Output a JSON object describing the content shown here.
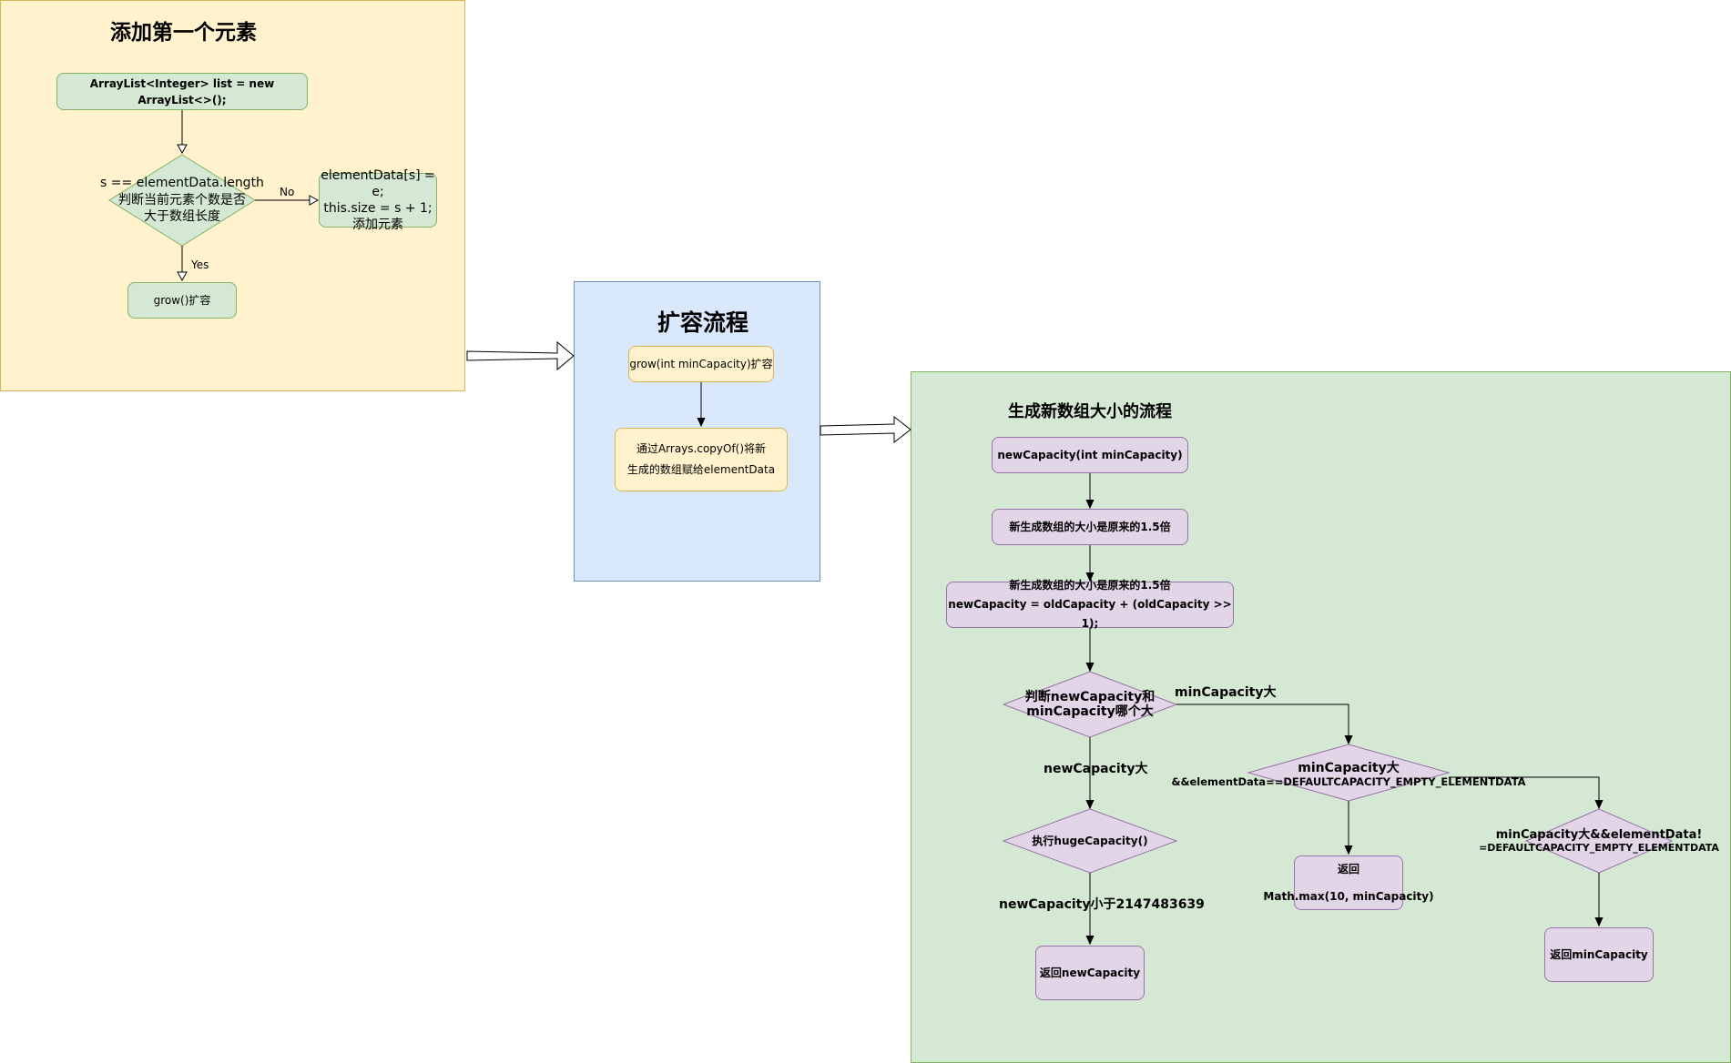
{
  "panel_add": {
    "title": "添加第一个元素",
    "start_node": "ArrayList<Integer> list = new ArrayList<>();",
    "decision": [
      "s == elementData.length",
      "判断当前元素个数是否",
      "大于数组长度"
    ],
    "no_node": [
      "elementData[s] = e;",
      "this.size = s + 1;",
      "添加元素"
    ],
    "grow_node": "grow()扩容",
    "label_no": "No",
    "label_yes": "Yes"
  },
  "panel_grow": {
    "title": "扩容流程",
    "grow_node": "grow(int minCapacity)扩容",
    "copy_node": [
      "通过Arrays.copyOf()将新",
      "生成的数组赋给elementData"
    ]
  },
  "panel_new": {
    "title": "生成新数组大小的流程",
    "node_new_capacity": "newCapacity(int minCapacity)",
    "node_one_half": "新生成数组的大小是原来的1.5倍",
    "node_formula": [
      "新生成数组的大小是原来的1.5倍",
      "newCapacity = oldCapacity + (oldCapacity >> 1);"
    ],
    "decision_compare": [
      "判断newCapacity和",
      "minCapacity哪个大"
    ],
    "label_min_bigger": "minCapacity大",
    "label_new_bigger": "newCapacity大",
    "decision_default": [
      "minCapacity大",
      "&&elementData==DEFAULTCAPACITY_EMPTY_ELEMENTDATA"
    ],
    "decision_not_default": [
      "minCapacity大&&elementData!",
      "=DEFAULTCAPACITY_EMPTY_ELEMENTDATA"
    ],
    "decision_huge": "执行hugeCapacity()",
    "node_return_max": [
      "返回",
      "Math.max(10, minCapacity)"
    ],
    "node_return_min": "返回minCapacity",
    "label_less_than_max": "newCapacity小于2147483639",
    "node_return_new": "返回newCapacity"
  },
  "colors": {
    "yellow_panel": "#fff2cc",
    "blue_panel": "#dae8fc",
    "green_panel": "#d5e8d4",
    "green_node": "#d5e8d4",
    "yellow_node": "#fff2cc",
    "purple_node": "#e1d5e7"
  }
}
